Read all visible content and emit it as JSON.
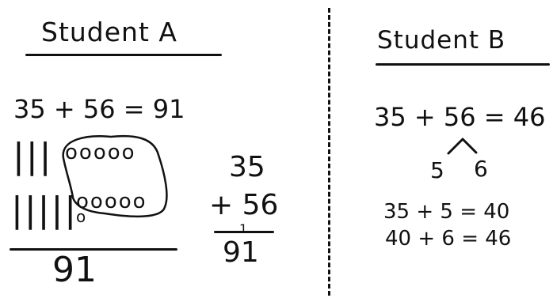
{
  "colors": {
    "ink": "#111111",
    "paper": "#ffffff"
  },
  "student_a": {
    "title": "Student A",
    "equation": "35 + 56 = 91",
    "tens_tally": "|||",
    "tens_tally_second": "|||||",
    "ones_row_1": "ooooo",
    "ones_row_2": "ooooo",
    "extra_one": "o",
    "stacked_top": "35",
    "stacked_bottom": "+ 56",
    "carry_mark": "1",
    "stacked_answer": "91",
    "model_answer": "91"
  },
  "student_b": {
    "title": "Student B",
    "equation": "35 + 56 = 46",
    "split_left": "5",
    "split_right": "6",
    "step_1": "35 + 5 = 40",
    "step_2": "40 + 6 = 46"
  }
}
